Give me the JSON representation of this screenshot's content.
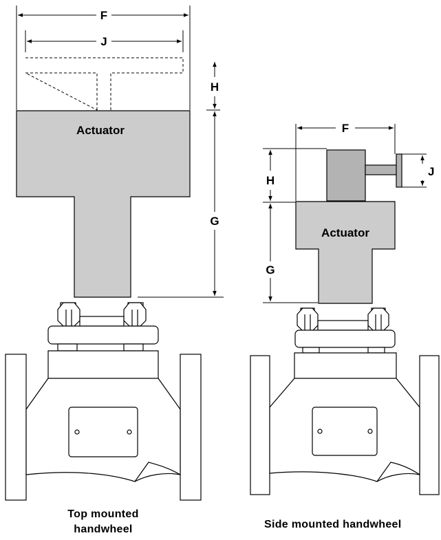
{
  "labels": {
    "F": "F",
    "J": "J",
    "H": "H",
    "G": "G",
    "actuator": "Actuator"
  },
  "captions": {
    "left_line1": "Top mounted",
    "left_line2": "handwheel",
    "right": "Side mounted handwheel"
  },
  "colors": {
    "fill_light": "#cccccc",
    "fill_dark": "#b3b3b3",
    "stroke": "#000000"
  }
}
